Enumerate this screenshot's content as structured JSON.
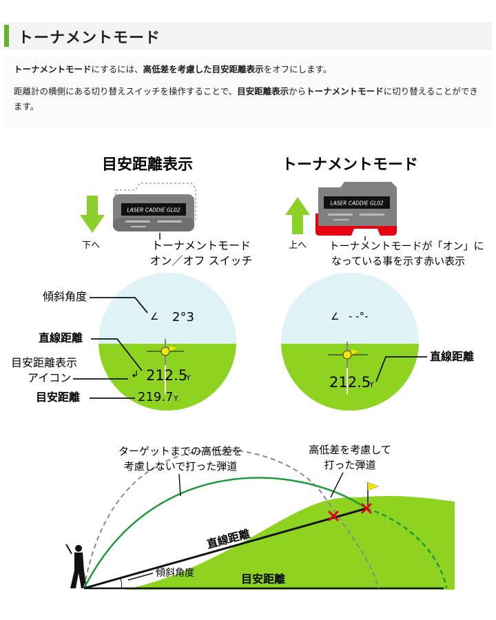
{
  "section": {
    "title": "トーナメントモード",
    "para1": {
      "parts": [
        "トーナメントモード",
        "にするには、",
        "高低差を考慮した目安距離表示",
        "をオフにします。"
      ]
    },
    "para2": {
      "parts": [
        "距離計の横側にある切り替えスイッチを操作することで、",
        "目安距離表示",
        "から",
        "トーナメントモード",
        "に切り替えることができます。"
      ]
    }
  },
  "diagram": {
    "left": {
      "heading": "目安距離表示",
      "direction": "下へ",
      "switch_label_1": "トーナメントモード",
      "switch_label_2": "オン／オフ スイッチ",
      "device_text": "LASER CADDIE GL02",
      "label_angle": "傾斜角度",
      "label_direct": "直線距離",
      "label_icon_1": "目安距離表示",
      "label_icon_2": "アイコン",
      "label_target": "目安距離",
      "readout_angle": "2°3",
      "readout_direct": "212.5",
      "readout_target": "219.7",
      "unit": "Y"
    },
    "right": {
      "heading": "トーナメントモード",
      "direction": "上へ",
      "indicator_label_1": "トーナメントモードが「オン」に",
      "indicator_label_2": "なっている事を示す赤い表示",
      "device_text": "LASER CADDIE GL02",
      "readout_angle": "- -°-",
      "readout_direct": "212.5",
      "unit": "Y",
      "label_direct": "直線距離"
    },
    "trajectory": {
      "label_no_elevation_1": "ターゲットまでの高低差を",
      "label_no_elevation_2": "考慮しないで打った弾道",
      "label_with_elevation_1": "高低差を考慮して",
      "label_with_elevation_2": "打った弾道",
      "label_direct": "直線距離",
      "label_angle": "傾斜角度",
      "label_target": "目安距離"
    }
  },
  "colors": {
    "accent_green": "#62b52a",
    "arrow_green": "#8ccf2a",
    "grass_green": "#8fd321",
    "sky_blue": "#dff2f6",
    "device_gray": "#808080",
    "indicator_red": "#e60012",
    "trajectory_green": "#1e9a3a",
    "marker_red": "#e60012"
  }
}
